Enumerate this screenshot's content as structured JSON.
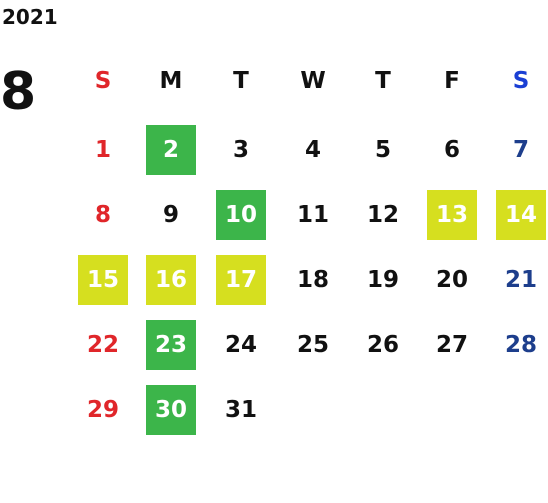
{
  "calendar": {
    "year": "2021",
    "month": "8",
    "weekdays": [
      "S",
      "M",
      "T",
      "W",
      "T",
      "F",
      "S"
    ],
    "colors": {
      "sunday": "#e0262a",
      "saturday_header": "#1a3fd4",
      "saturday": "#1d3e8c",
      "highlight_green": "#3cb54a",
      "highlight_lime": "#d6df1f"
    },
    "days": [
      {
        "label": "1",
        "highlight": "none"
      },
      {
        "label": "2",
        "highlight": "green"
      },
      {
        "label": "3",
        "highlight": "none"
      },
      {
        "label": "4",
        "highlight": "none"
      },
      {
        "label": "5",
        "highlight": "none"
      },
      {
        "label": "6",
        "highlight": "none"
      },
      {
        "label": "7",
        "highlight": "none"
      },
      {
        "label": "8",
        "highlight": "none"
      },
      {
        "label": "9",
        "highlight": "none"
      },
      {
        "label": "10",
        "highlight": "green"
      },
      {
        "label": "11",
        "highlight": "none"
      },
      {
        "label": "12",
        "highlight": "none"
      },
      {
        "label": "13",
        "highlight": "lime"
      },
      {
        "label": "14",
        "highlight": "lime"
      },
      {
        "label": "15",
        "highlight": "lime"
      },
      {
        "label": "16",
        "highlight": "lime"
      },
      {
        "label": "17",
        "highlight": "lime"
      },
      {
        "label": "18",
        "highlight": "none"
      },
      {
        "label": "19",
        "highlight": "none"
      },
      {
        "label": "20",
        "highlight": "none"
      },
      {
        "label": "21",
        "highlight": "none"
      },
      {
        "label": "22",
        "highlight": "none"
      },
      {
        "label": "23",
        "highlight": "green"
      },
      {
        "label": "24",
        "highlight": "none"
      },
      {
        "label": "25",
        "highlight": "none"
      },
      {
        "label": "26",
        "highlight": "none"
      },
      {
        "label": "27",
        "highlight": "none"
      },
      {
        "label": "28",
        "highlight": "none"
      },
      {
        "label": "29",
        "highlight": "none"
      },
      {
        "label": "30",
        "highlight": "green"
      },
      {
        "label": "31",
        "highlight": "none"
      }
    ]
  }
}
